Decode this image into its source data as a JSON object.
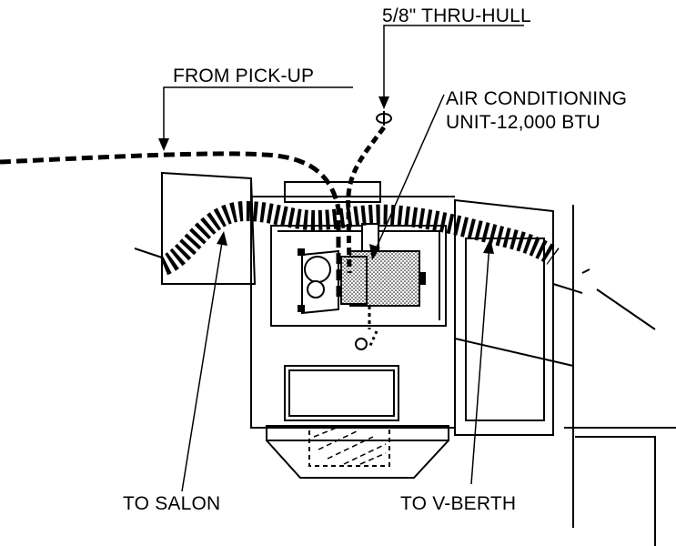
{
  "diagram": {
    "labels": {
      "thru_hull": "5/8\" THRU-HULL",
      "from_pickup": "FROM PICK-UP",
      "ac_unit_line1": "AIR CONDITIONING",
      "ac_unit_line2": "UNIT-12,000 BTU",
      "to_salon": "TO SALON",
      "to_vberth": "TO V-BERTH"
    },
    "colors": {
      "ink": "#000000",
      "unit_fill": "#c8c8c8",
      "background": "#ffffff"
    }
  }
}
